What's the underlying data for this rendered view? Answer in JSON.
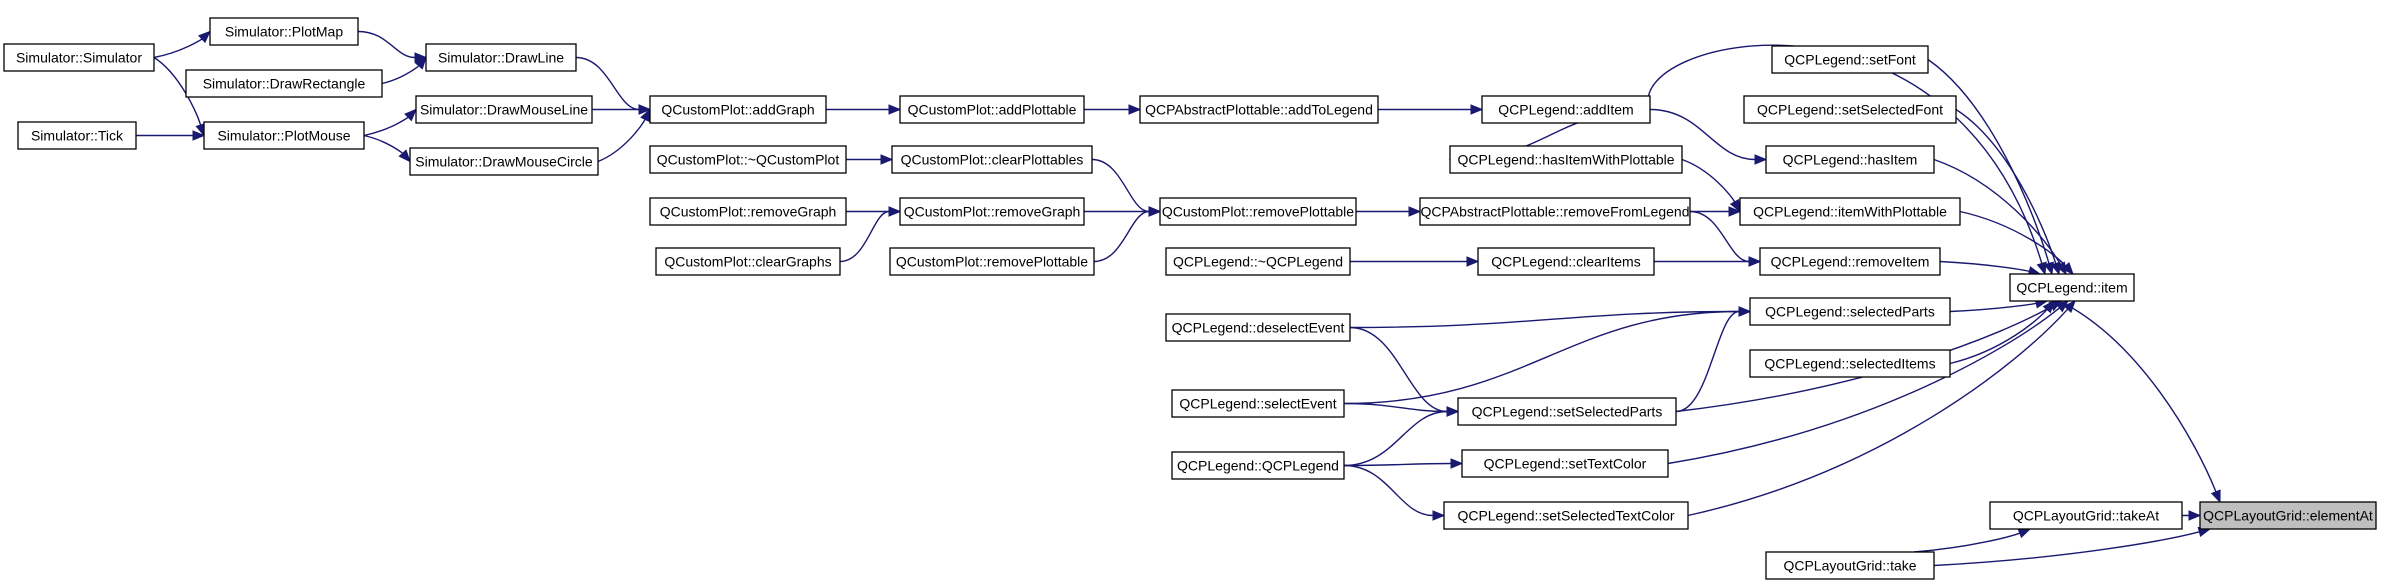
{
  "nodes": [
    {
      "id": "sim_sim",
      "label": "Simulator::Simulator"
    },
    {
      "id": "sim_tick",
      "label": "Simulator::Tick"
    },
    {
      "id": "sim_plotmap",
      "label": "Simulator::PlotMap"
    },
    {
      "id": "sim_drawrect",
      "label": "Simulator::DrawRectangle"
    },
    {
      "id": "sim_plotmouse",
      "label": "Simulator::PlotMouse"
    },
    {
      "id": "sim_drawline",
      "label": "Simulator::DrawLine"
    },
    {
      "id": "sim_drawmouseline",
      "label": "Simulator::DrawMouseLine"
    },
    {
      "id": "sim_drawmousecircle",
      "label": "Simulator::DrawMouseCircle"
    },
    {
      "id": "qcp_addgraph",
      "label": "QCustomPlot::addGraph"
    },
    {
      "id": "qcp_dtor",
      "label": "QCustomPlot::~QCustomPlot"
    },
    {
      "id": "qcp_removegraph_l",
      "label": "QCustomPlot::removeGraph"
    },
    {
      "id": "qcp_cleargraphs",
      "label": "QCustomPlot::clearGraphs"
    },
    {
      "id": "qcp_addplottable",
      "label": "QCustomPlot::addPlottable"
    },
    {
      "id": "qcp_clearplottables",
      "label": "QCustomPlot::clearPlottables"
    },
    {
      "id": "qcp_removegraph_r",
      "label": "QCustomPlot::removeGraph"
    },
    {
      "id": "qcp_removeplottable_l",
      "label": "QCustomPlot::removePlottable"
    },
    {
      "id": "qcp_removeplottable_r",
      "label": "QCustomPlot::removePlottable"
    },
    {
      "id": "qap_addtolegend",
      "label": "QCPAbstractPlottable::addToLegend"
    },
    {
      "id": "qap_removefromlegend",
      "label": "QCPAbstractPlottable::removeFromLegend"
    },
    {
      "id": "leg_dtor",
      "label": "QCPLegend::~QCPLegend"
    },
    {
      "id": "leg_deselectevent",
      "label": "QCPLegend::deselectEvent"
    },
    {
      "id": "leg_selectevent",
      "label": "QCPLegend::selectEvent"
    },
    {
      "id": "leg_ctor",
      "label": "QCPLegend::QCPLegend"
    },
    {
      "id": "leg_additem",
      "label": "QCPLegend::addItem"
    },
    {
      "id": "leg_hasitemwithplottable",
      "label": "QCPLegend::hasItemWithPlottable"
    },
    {
      "id": "leg_clearitems",
      "label": "QCPLegend::clearItems"
    },
    {
      "id": "leg_setselectedparts",
      "label": "QCPLegend::setSelectedParts"
    },
    {
      "id": "leg_settextcolor",
      "label": "QCPLegend::setTextColor"
    },
    {
      "id": "leg_setselectedtextcolor",
      "label": "QCPLegend::setSelectedTextColor"
    },
    {
      "id": "leg_setfont",
      "label": "QCPLegend::setFont"
    },
    {
      "id": "leg_setselectedfont",
      "label": "QCPLegend::setSelectedFont"
    },
    {
      "id": "leg_hasitem",
      "label": "QCPLegend::hasItem"
    },
    {
      "id": "leg_itemwithplottable",
      "label": "QCPLegend::itemWithPlottable"
    },
    {
      "id": "leg_removeitem",
      "label": "QCPLegend::removeItem"
    },
    {
      "id": "leg_selectedparts",
      "label": "QCPLegend::selectedParts"
    },
    {
      "id": "leg_selecteditems",
      "label": "QCPLegend::selectedItems"
    },
    {
      "id": "lg_takeat",
      "label": "QCPLayoutGrid::takeAt"
    },
    {
      "id": "lg_take",
      "label": "QCPLayoutGrid::take"
    },
    {
      "id": "leg_item",
      "label": "QCPLegend::item"
    },
    {
      "id": "lg_elementat",
      "label": "QCPLayoutGrid::elementAt",
      "highlighted": true
    }
  ],
  "edges": [
    [
      "sim_tick",
      "sim_plotmouse"
    ],
    [
      "sim_sim",
      "sim_plotmap"
    ],
    [
      "sim_sim",
      "sim_plotmouse"
    ],
    [
      "sim_plotmap",
      "sim_drawline"
    ],
    [
      "sim_drawrect",
      "sim_drawline"
    ],
    [
      "sim_plotmouse",
      "sim_drawmouseline"
    ],
    [
      "sim_plotmouse",
      "sim_drawmousecircle"
    ],
    [
      "sim_drawline",
      "qcp_addgraph"
    ],
    [
      "sim_drawmouseline",
      "qcp_addgraph"
    ],
    [
      "sim_drawmousecircle",
      "qcp_addgraph"
    ],
    [
      "qcp_addgraph",
      "qcp_addplottable"
    ],
    [
      "qcp_dtor",
      "qcp_clearplottables"
    ],
    [
      "qcp_removegraph_l",
      "qcp_removegraph_r"
    ],
    [
      "qcp_cleargraphs",
      "qcp_removegraph_r"
    ],
    [
      "qcp_addplottable",
      "qap_addtolegend"
    ],
    [
      "qcp_clearplottables",
      "qcp_removeplottable_l"
    ],
    [
      "qcp_removegraph_r",
      "qcp_removeplottable_l"
    ],
    [
      "qcp_removeplottable_r",
      "qcp_removeplottable_l"
    ],
    [
      "qap_addtolegend",
      "leg_additem"
    ],
    [
      "qcp_removeplottable_l",
      "qap_removefromlegend"
    ],
    [
      "leg_additem",
      "leg_hasitemwithplottable"
    ],
    [
      "qap_removefromlegend",
      "leg_itemwithplottable"
    ],
    [
      "qap_removefromlegend",
      "leg_removeitem"
    ],
    [
      "leg_dtor",
      "leg_clearitems"
    ],
    [
      "leg_clearitems",
      "leg_removeitem"
    ],
    [
      "leg_hasitemwithplottable",
      "leg_itemwithplottable"
    ],
    [
      "leg_additem",
      "leg_hasitem"
    ],
    [
      "leg_deselectevent",
      "leg_selectedparts"
    ],
    [
      "leg_deselectevent",
      "leg_setselectedparts"
    ],
    [
      "leg_selectevent",
      "leg_selectedparts"
    ],
    [
      "leg_selectevent",
      "leg_setselectedparts"
    ],
    [
      "leg_ctor",
      "leg_setselectedparts"
    ],
    [
      "leg_ctor",
      "leg_settextcolor"
    ],
    [
      "leg_ctor",
      "leg_setselectedtextcolor"
    ],
    [
      "leg_setselectedparts",
      "leg_selectedparts"
    ],
    [
      "leg_additem",
      "leg_item"
    ],
    [
      "leg_setfont",
      "leg_item"
    ],
    [
      "leg_setselectedfont",
      "leg_item"
    ],
    [
      "leg_hasitem",
      "leg_item"
    ],
    [
      "leg_itemwithplottable",
      "leg_item"
    ],
    [
      "leg_removeitem",
      "leg_item"
    ],
    [
      "leg_selectedparts",
      "leg_item"
    ],
    [
      "leg_selecteditems",
      "leg_item"
    ],
    [
      "leg_setselectedparts",
      "leg_item"
    ],
    [
      "leg_settextcolor",
      "leg_item"
    ],
    [
      "leg_setselectedtextcolor",
      "leg_item"
    ],
    [
      "lg_takeat",
      "lg_elementat"
    ],
    [
      "lg_take",
      "lg_elementat"
    ],
    [
      "leg_item",
      "lg_elementat"
    ],
    [
      "lg_take",
      "lg_takeat"
    ]
  ],
  "colors": {
    "edge": "#191970",
    "node_border": "#000000",
    "node_fill": "#ffffff",
    "highlight_fill": "#bfbfbf"
  }
}
